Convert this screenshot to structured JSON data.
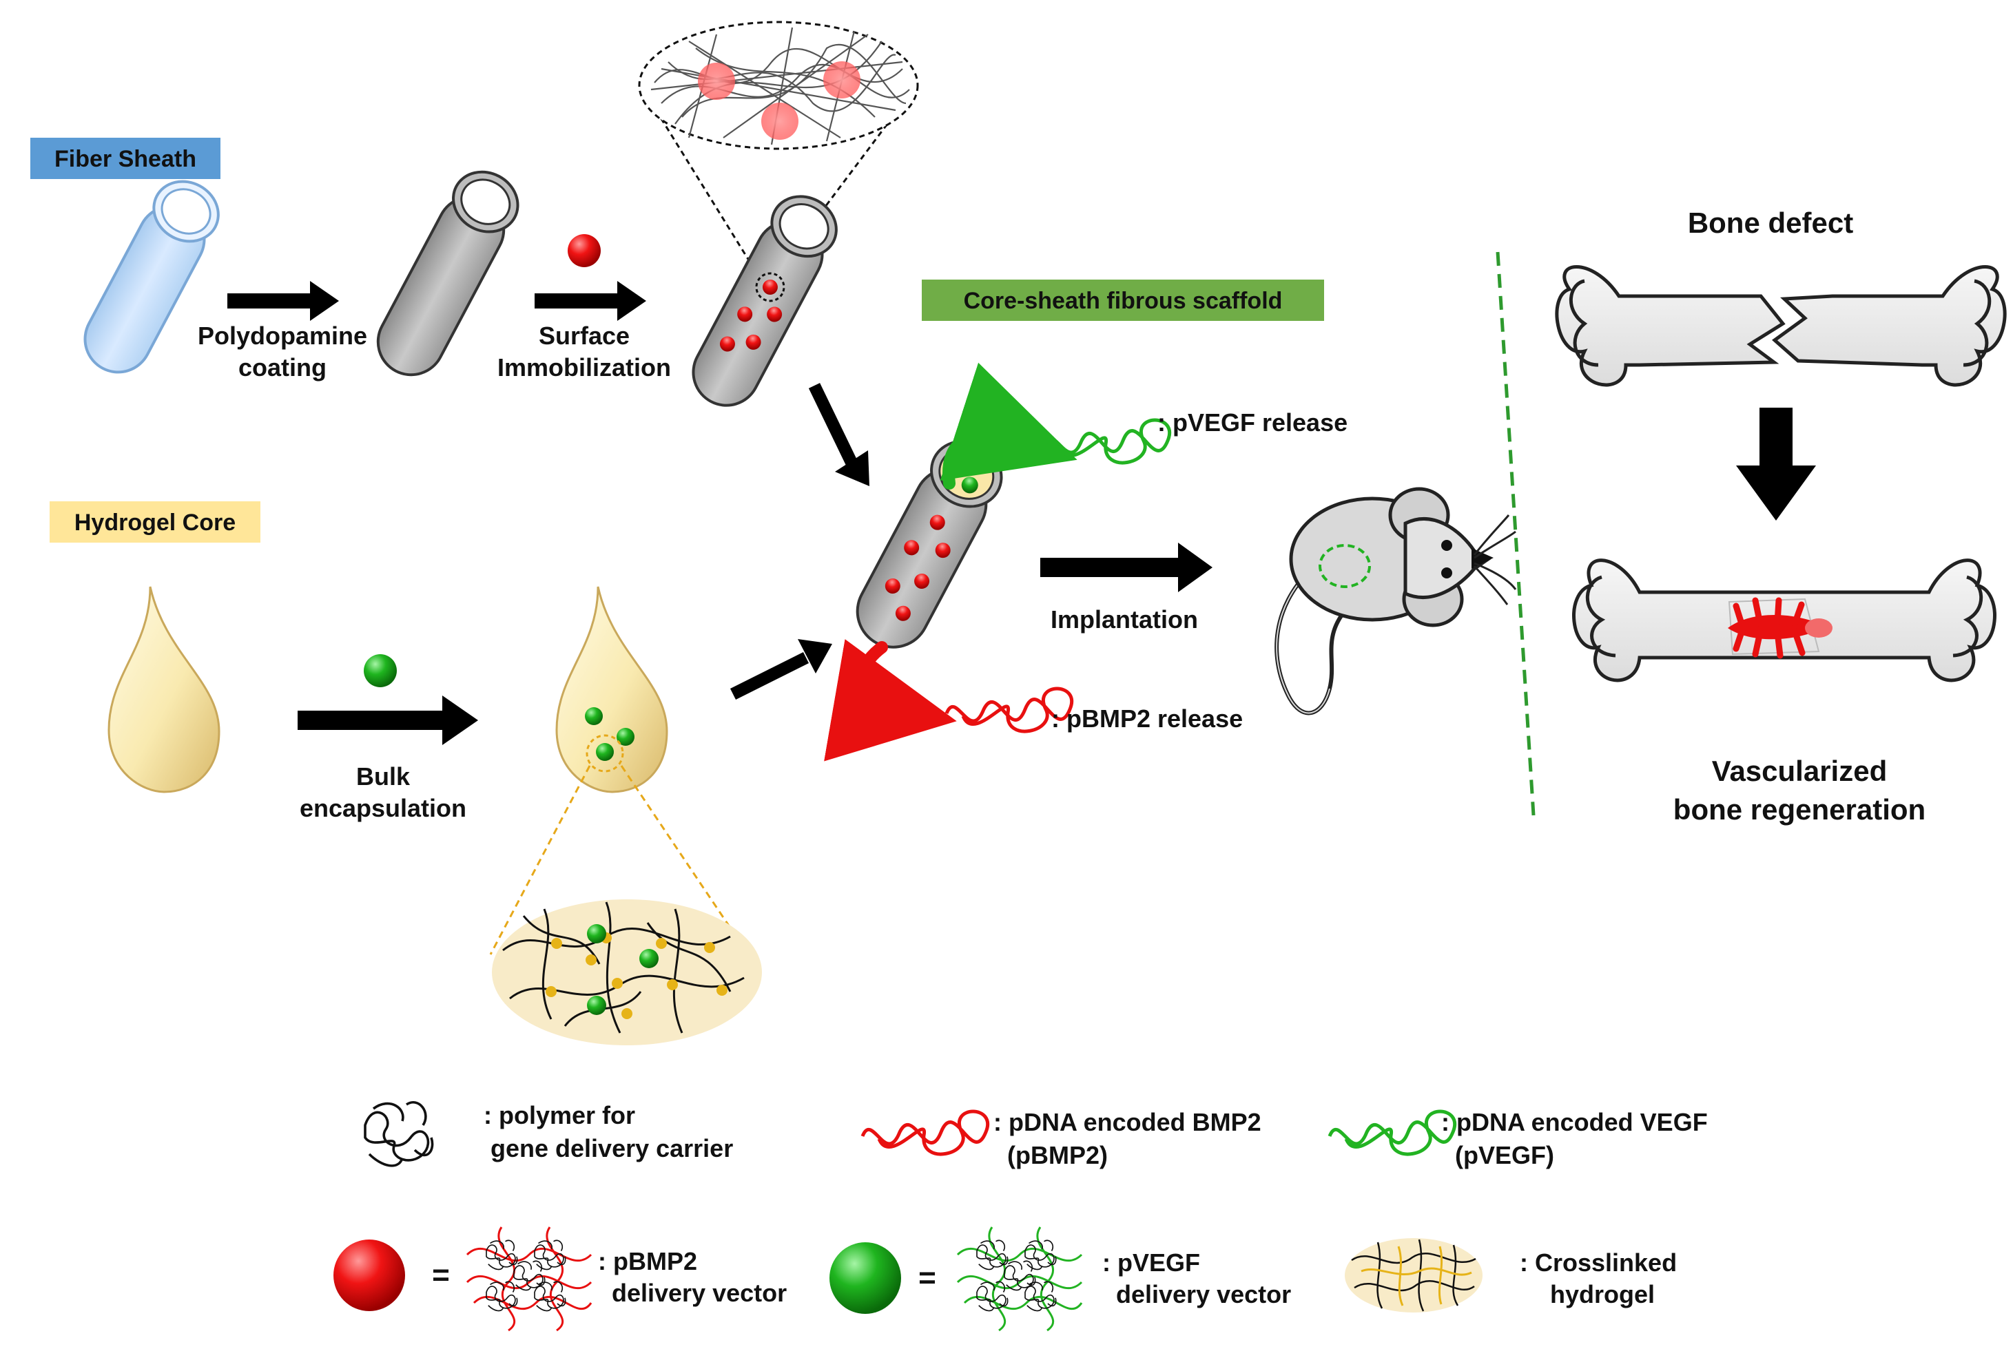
{
  "labels": {
    "fiber_sheath": "Fiber Sheath",
    "hydrogel_core": "Hydrogel Core",
    "core_sheath": "Core-sheath fibrous scaffold",
    "polydopamine_1": "Polydopamine",
    "polydopamine_2": "coating",
    "surface_1": "Surface",
    "surface_2": "Immobilization",
    "bulk_1": "Bulk",
    "bulk_2": "encapsulation",
    "implantation": "Implantation",
    "pvegf_release": ": pVEGF release",
    "pbmp2_release": ": pBMP2 release",
    "bone_defect": "Bone defect",
    "vascularized_1": "Vascularized",
    "vascularized_2": "bone regeneration"
  },
  "legend": {
    "polymer_1": ": polymer for",
    "polymer_2": "gene delivery carrier",
    "bmp2_1": ": pDNA encoded BMP2",
    "bmp2_2": "(pBMP2)",
    "vegf_1": ": pDNA encoded VEGF",
    "vegf_2": "(pVEGF)",
    "pbmp2_vec_1": ": pBMP2",
    "pbmp2_vec_2": "delivery vector",
    "pvegf_vec_1": ": pVEGF",
    "pvegf_vec_2": "delivery vector",
    "crosslinked_1": ": Crosslinked",
    "crosslinked_2": "hydrogel",
    "equals": "="
  },
  "colors": {
    "fiber_sheath_bg": "#5b9bd5",
    "hydrogel_core_bg": "#ffe699",
    "core_sheath_bg": "#70ad47",
    "red": "#e81010",
    "green": "#22b322",
    "yellow_gel": "#f7e8b5",
    "grey_tube": "#b3b3b3"
  }
}
